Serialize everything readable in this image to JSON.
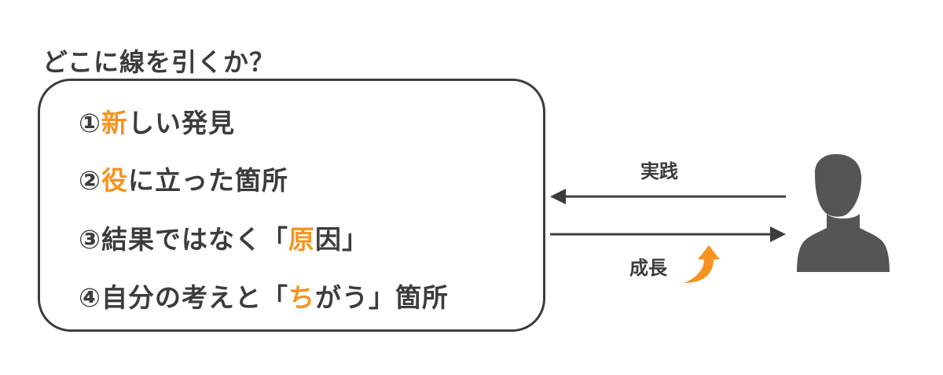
{
  "title": "どこに線を引くか？",
  "items": [
    {
      "num": "①",
      "highlight": "新",
      "rest": "しい発見"
    },
    {
      "num": "②",
      "highlight": "役",
      "mid": "に立った箇所"
    },
    {
      "num": "③",
      "pre": "結果ではなく「",
      "highlight": "原",
      "rest": "因」"
    },
    {
      "num": "④",
      "pre": "自分の考えと「",
      "highlight": "ち",
      "rest": "がう」箇所"
    }
  ],
  "arrows": {
    "practice_label": "実践",
    "growth_label": "成長"
  },
  "colors": {
    "text": "#3c3c3c",
    "accent": "#f7931e",
    "person": "#555555"
  },
  "icons": {
    "person": "person-silhouette-icon",
    "growth": "curved-up-arrow-icon"
  }
}
